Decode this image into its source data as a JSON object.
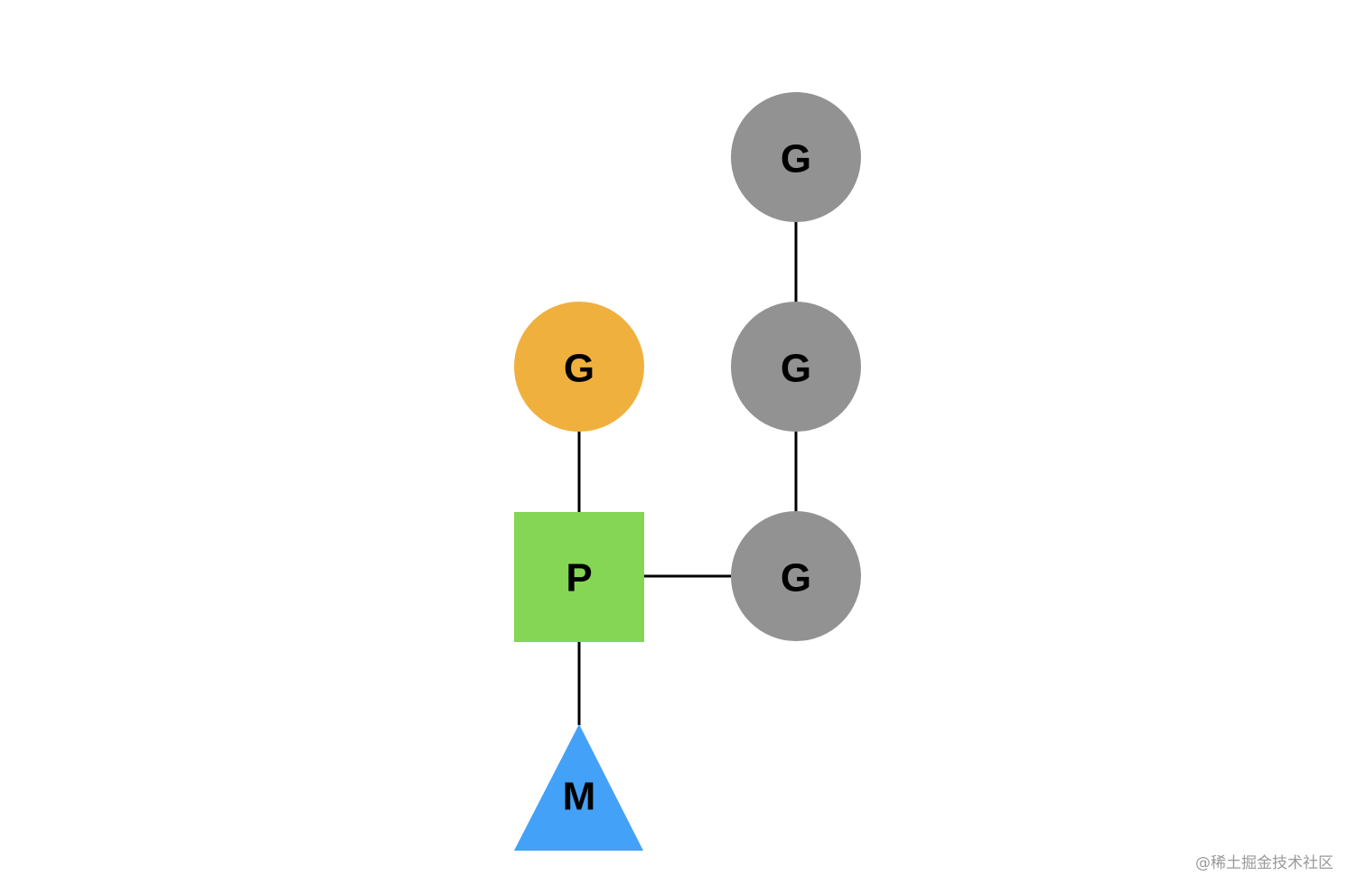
{
  "colors": {
    "running_goroutine": "#F0B03E",
    "queued_goroutine": "#929292",
    "processor": "#85D654",
    "machine": "#43A1F8",
    "edge": "#000000",
    "label": "#000000"
  },
  "nodes": {
    "g_running": {
      "label": "G",
      "shape": "circle"
    },
    "g_queue_1": {
      "label": "G",
      "shape": "circle"
    },
    "g_queue_2": {
      "label": "G",
      "shape": "circle"
    },
    "g_queue_3": {
      "label": "G",
      "shape": "circle"
    },
    "processor": {
      "label": "P",
      "shape": "square"
    },
    "machine": {
      "label": "M",
      "shape": "triangle"
    }
  },
  "edges": [
    {
      "from": "g_running",
      "to": "processor"
    },
    {
      "from": "processor",
      "to": "machine"
    },
    {
      "from": "processor",
      "to": "g_queue_1"
    },
    {
      "from": "g_queue_1",
      "to": "g_queue_2"
    },
    {
      "from": "g_queue_2",
      "to": "g_queue_3"
    }
  ],
  "watermark": "@稀土掘金技术社区"
}
